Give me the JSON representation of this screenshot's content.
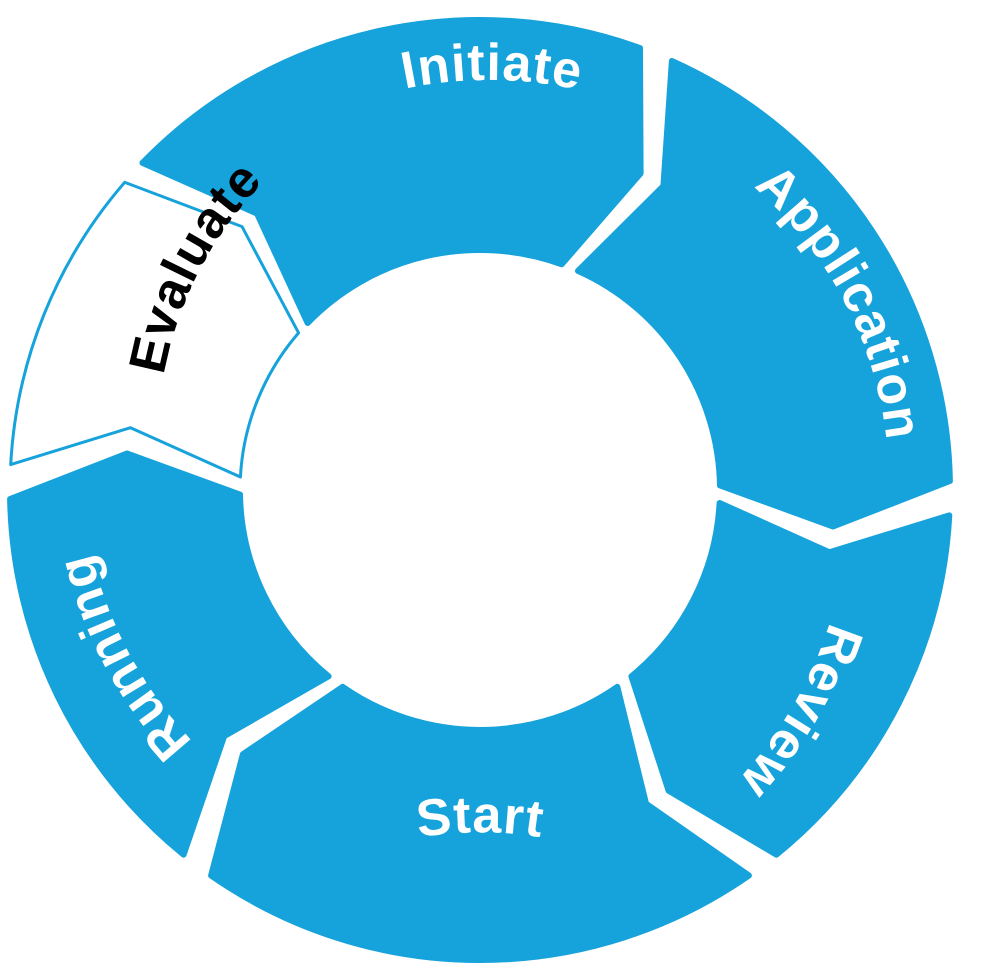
{
  "diagram": {
    "colors": {
      "fill": "#16A2DB",
      "outline_fill": "#ffffff",
      "outline_stroke": "#16A2DB",
      "label_on_fill": "#ffffff",
      "label_on_outline": "#000000",
      "background": "#ffffff"
    },
    "stages": [
      {
        "id": "initiate",
        "label": "Initiate",
        "style": "filled"
      },
      {
        "id": "application",
        "label": "Application",
        "style": "filled"
      },
      {
        "id": "review",
        "label": "Review",
        "style": "filled"
      },
      {
        "id": "start",
        "label": "Start",
        "style": "filled"
      },
      {
        "id": "running",
        "label": "Running",
        "style": "filled"
      },
      {
        "id": "evaluate",
        "label": "Evaluate",
        "style": "outlined"
      }
    ]
  }
}
